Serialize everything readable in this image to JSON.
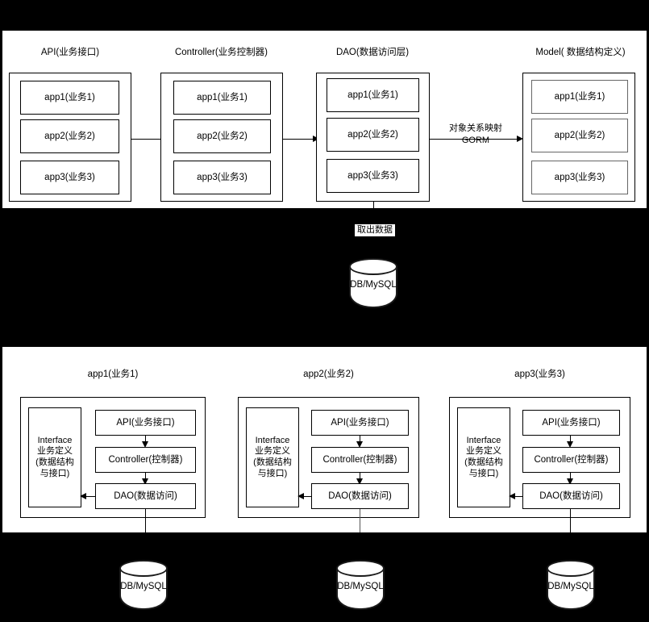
{
  "diagram": {
    "title": "Go application layered architecture diagram",
    "background_color": "#000000",
    "panel_color": "#ffffff",
    "stroke_color": "#000000"
  },
  "top_section": {
    "columns": [
      {
        "title": "API(业务接口)",
        "items": [
          "app1(业务1)",
          "app2(业务2)",
          "app3(业务3)"
        ]
      },
      {
        "title": "Controller(业务控制器)",
        "items": [
          "app1(业务1)",
          "app2(业务2)",
          "app3(业务3)"
        ]
      },
      {
        "title": "DAO(数据访问层)",
        "items": [
          "app1(业务1)",
          "app2(业务2)",
          "app3(业务3)"
        ]
      },
      {
        "title": "Model( 数据结构定义)",
        "items": [
          "app1(业务1)",
          "app2(业务2)",
          "app3(业务3)"
        ]
      }
    ],
    "edge_labels": {
      "dao_to_model_line1": "对象关系映射",
      "dao_to_model_line2": "GORM"
    }
  },
  "middle_section": {
    "fetch_label": "取出数据",
    "database": {
      "label": "DB/MySQL"
    }
  },
  "apps_section": {
    "modules": [
      {
        "title": "app1(业务1)",
        "interface_lines": [
          "Interface",
          "业务定义",
          "(数据结构",
          "与接口)"
        ],
        "layers": [
          "API(业务接口)",
          "Controller(控制器)",
          "DAO(数据访问)"
        ],
        "database": "DB/MySQL"
      },
      {
        "title": "app2(业务2)",
        "interface_lines": [
          "Interface",
          "业务定义",
          "(数据结构",
          "与接口)"
        ],
        "layers": [
          "API(业务接口)",
          "Controller(控制器)",
          "DAO(数据访问)"
        ],
        "database": "DB/MySQL"
      },
      {
        "title": "app3(业务3)",
        "interface_lines": [
          "Interface",
          "业务定义",
          "(数据结构",
          "与接口)"
        ],
        "layers": [
          "API(业务接口)",
          "Controller(控制器)",
          "DAO(数据访问)"
        ],
        "database": "DB/MySQL"
      }
    ]
  }
}
